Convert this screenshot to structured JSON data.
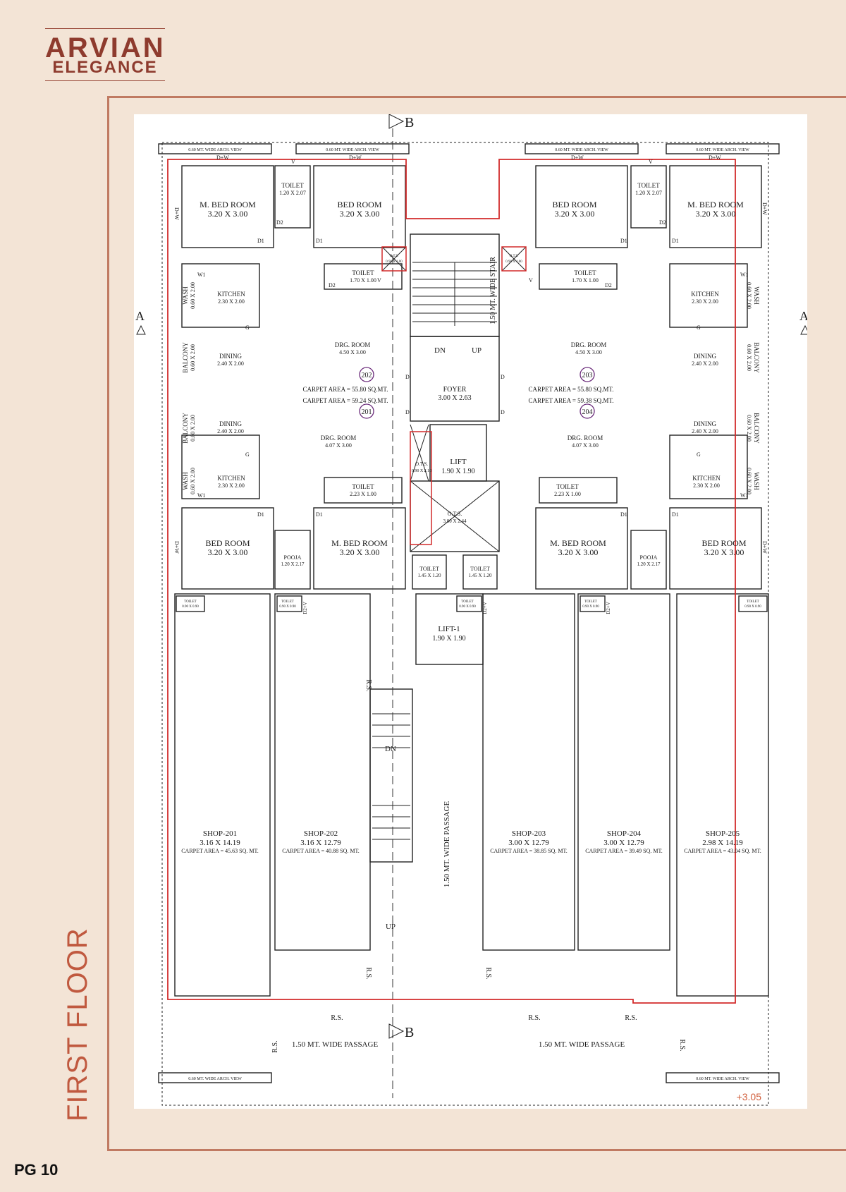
{
  "brand": {
    "line1": "ARVIAN",
    "line2": "ELEGANCE"
  },
  "page": {
    "side_title": "FIRST FLOOR",
    "page_number": "PG  10",
    "elevation": "+3.05"
  },
  "section_marks": {
    "b_top": "B",
    "b_bottom": "B",
    "a_left": "A",
    "a_right": "A"
  },
  "labels": {
    "arch_view": "0.60 MT. WIDE ARCH. VIEW",
    "mbed": "M. BED ROOM",
    "bed": "BED ROOM",
    "size_320_300": "3.20 X 3.00",
    "toilet": "TOILET",
    "size_120_207": "1.20 X 2.07",
    "size_170_100": "1.70 X 1.00",
    "size_223_100": "2.23 X 1.00",
    "size_145_120": "1.45 X 1.20",
    "size_090_090": "0.90 X 0.90",
    "kitchen": "KITCHEN",
    "size_230_200": "2.30 X 2.00",
    "wash": "WASH",
    "balcony": "BALCONY",
    "size_060_200": "0.60 X 2.00",
    "dining": "DINING",
    "size_240_200": "2.40 X 2.00",
    "drg": "DRG. ROOM",
    "size_450_300": "4.50 X 3.00",
    "size_407_300": "4.07 X 3.00",
    "ots": "O.T.S.",
    "ots_small": "0.90 X 1.00",
    "ots_mid": "0.90 X 2.10",
    "ots_big": "3.00 X 2.44",
    "stair": "1.50 MT. WIDE STAIR",
    "dn": "DN",
    "up": "UP",
    "foyer": "FOYER",
    "size_300_263": "3.00 X 2.63",
    "lift": "LIFT",
    "lift1": "LIFT-1",
    "size_190_190": "1.90 X 1.90",
    "pooja": "POOJA",
    "size_120_217": "1.20 X 2.17",
    "passage_v": "1.50 MT. WIDE PASSAGE",
    "passage_h": "1.50 MT. WIDE PASSAGE",
    "rs": "R.S.",
    "dw": "D+W",
    "d1": "D1",
    "d2": "D2",
    "w1": "W1",
    "v": "V",
    "g": "G",
    "d": "D",
    "d2v": "D2+V"
  },
  "flats": [
    {
      "no": "202",
      "carpet": "CARPET AREA = 55.80 SQ.MT."
    },
    {
      "no": "203",
      "carpet": "CARPET AREA = 55.80 SQ.MT."
    },
    {
      "no": "201",
      "carpet": "CARPET AREA = 59.24 SQ.MT."
    },
    {
      "no": "204",
      "carpet": "CARPET AREA = 59.38 SQ.MT."
    }
  ],
  "shops": [
    {
      "name": "SHOP-201",
      "size": "3.16 X 14.19",
      "carpet": "CARPET AREA = 45.63 SQ. MT."
    },
    {
      "name": "SHOP-202",
      "size": "3.16 X 12.79",
      "carpet": "CARPET AREA = 40.88 SQ. MT."
    },
    {
      "name": "SHOP-203",
      "size": "3.00 X 12.79",
      "carpet": "CARPET AREA = 38.85 SQ. MT."
    },
    {
      "name": "SHOP-204",
      "size": "3.00 X 12.79",
      "carpet": "CARPET AREA = 39.49 SQ. MT."
    },
    {
      "name": "SHOP-205",
      "size": "2.98 X 14.19",
      "carpet": "CARPET AREA = 43.04 SQ. MT."
    }
  ],
  "colors": {
    "accent": "#c0593f",
    "frame": "#c07a62",
    "outline": "#d22b2b",
    "logo": "#8e3b2e",
    "background": "#f3e4d6"
  }
}
